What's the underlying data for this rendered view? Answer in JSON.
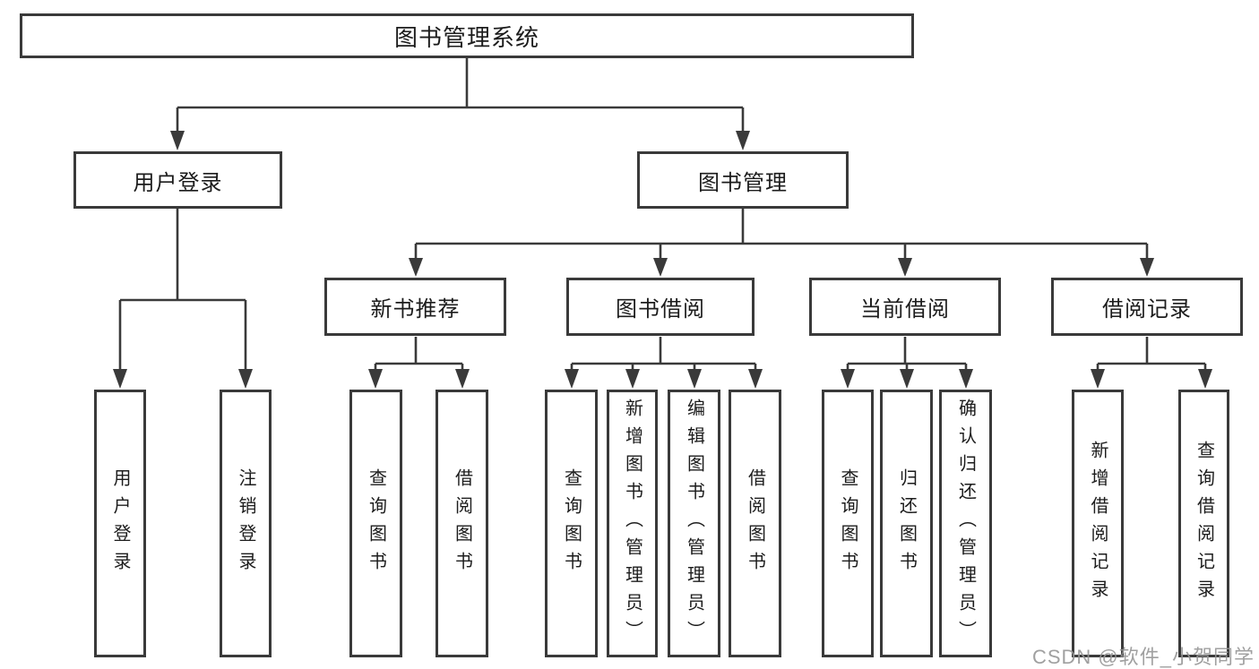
{
  "tree": {
    "label": "图书管理系统",
    "children": [
      {
        "label": "用户登录",
        "children": [
          {
            "label": "用户登录"
          },
          {
            "label": "注销登录"
          }
        ]
      },
      {
        "label": "图书管理",
        "children": [
          {
            "label": "新书推荐",
            "children": [
              {
                "label": "查询图书"
              },
              {
                "label": "借阅图书"
              }
            ]
          },
          {
            "label": "图书借阅",
            "children": [
              {
                "label": "查询图书"
              },
              {
                "label": "新增图书（管理员）"
              },
              {
                "label": "编辑图书（管理员）"
              },
              {
                "label": "借阅图书"
              }
            ]
          },
          {
            "label": "当前借阅",
            "children": [
              {
                "label": "查询图书"
              },
              {
                "label": "归还图书"
              },
              {
                "label": "确认归还（管理员）"
              }
            ]
          },
          {
            "label": "借阅记录",
            "children": [
              {
                "label": "新增借阅记录"
              },
              {
                "label": "查询借阅记录"
              }
            ]
          }
        ]
      }
    ]
  },
  "watermark": "CSDN @软件_小贺同学",
  "colors": {
    "line": "#3a3a3a",
    "text": "#1c1c1c",
    "box_background": "#ffffff",
    "watermark": "#969696"
  }
}
